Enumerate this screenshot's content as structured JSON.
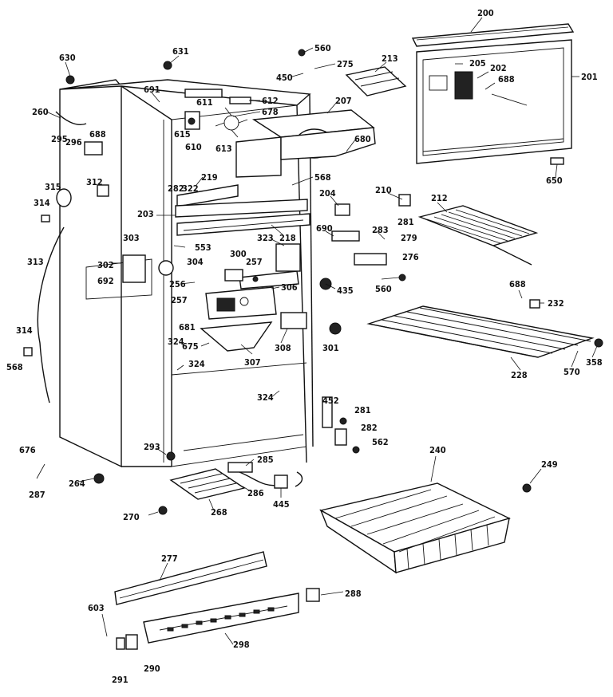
{
  "colors": {
    "ink": "#111111",
    "paper": "#ffffff"
  },
  "parts": [
    "200",
    "201",
    "202",
    "205",
    "688",
    "650",
    "213",
    "275",
    "560",
    "450",
    "631",
    "630",
    "691",
    "611",
    "612",
    "678",
    "615",
    "610",
    "613",
    "207",
    "680",
    "568",
    "219",
    "282",
    "322",
    "260",
    "295",
    "296",
    "688",
    "315",
    "312",
    "314",
    "313",
    "314",
    "568",
    "203",
    "218",
    "204",
    "210",
    "212",
    "281",
    "283",
    "279",
    "276",
    "560",
    "690",
    "323",
    "553",
    "303",
    "302",
    "304",
    "692",
    "300",
    "257",
    "256",
    "306",
    "435",
    "257",
    "681",
    "324",
    "675",
    "307",
    "308",
    "301",
    "688",
    "232",
    "228",
    "570",
    "358",
    "324",
    "324",
    "452",
    "281",
    "282",
    "562",
    "240",
    "249",
    "676",
    "287",
    "264",
    "293",
    "285",
    "286",
    "268",
    "445",
    "270",
    "277",
    "288",
    "603",
    "298",
    "291",
    "290"
  ]
}
